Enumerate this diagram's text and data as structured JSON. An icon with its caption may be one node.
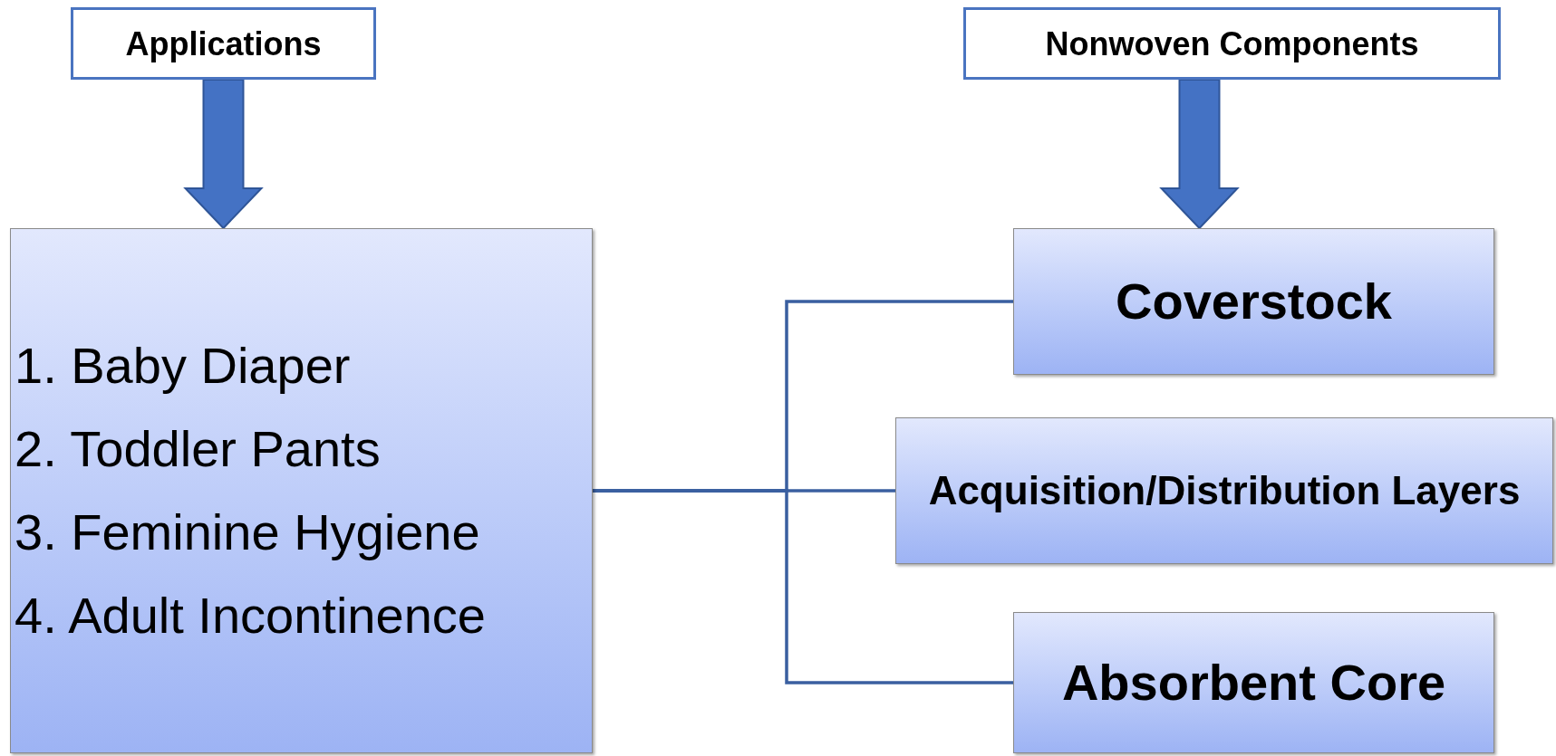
{
  "diagram": {
    "nodes": [
      {
        "text": [
          "Applications"
        ]
      },
      {
        "text": [
          "Nonwoven Components"
        ]
      },
      {
        "text": [
          "1. Baby Diaper",
          "2. Toddler Pants",
          "3. Feminine Hygiene",
          "4. Adult Incontinence"
        ]
      },
      {
        "text": [
          "Coverstock"
        ]
      },
      {
        "text": [
          "Acquisition/Distribution Layers"
        ]
      },
      {
        "text": [
          "Absorbent Core"
        ]
      }
    ],
    "edges": [
      {
        "from": 0,
        "to": 2,
        "arrow": "to",
        "style": "thick",
        "color": "#4472c4"
      },
      {
        "from": 1,
        "to": 3,
        "arrow": "to",
        "style": "thick",
        "color": "#4472c4"
      },
      {
        "from": 2,
        "to": 3,
        "arrow": "none"
      },
      {
        "from": 2,
        "to": 4,
        "arrow": "none"
      },
      {
        "from": 2,
        "to": 5,
        "arrow": "none"
      }
    ]
  }
}
